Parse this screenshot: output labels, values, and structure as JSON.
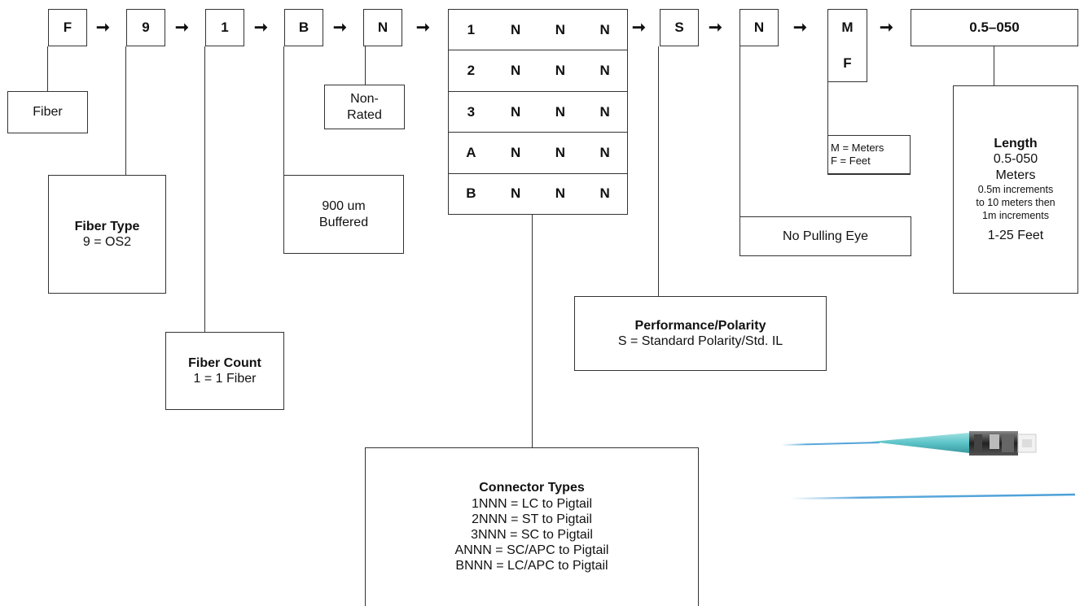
{
  "codes": {
    "f": "F",
    "nine": "9",
    "one": "1",
    "b": "B",
    "n1": "N",
    "s": "S",
    "n2": "N",
    "m": "M",
    "f_unit": "F",
    "length": "0.5–050"
  },
  "connector_grid": [
    [
      "1",
      "N",
      "N",
      "N"
    ],
    [
      "2",
      "N",
      "N",
      "N"
    ],
    [
      "3",
      "N",
      "N",
      "N"
    ],
    [
      "A",
      "N",
      "N",
      "N"
    ],
    [
      "B",
      "N",
      "N",
      "N"
    ]
  ],
  "arrow_glyph": "➞",
  "descriptions": {
    "fiber": "Fiber",
    "fiber_type_title": "Fiber Type",
    "fiber_type_value": "9 = OS2",
    "fiber_count_title": "Fiber Count",
    "fiber_count_value": "1 = 1 Fiber",
    "buffered_line1": "900 um",
    "buffered_line2": "Buffered",
    "nonrated_line1": "Non-",
    "nonrated_line2": "Rated",
    "connector_title": "Connector Types",
    "connector_lines": [
      "1NNN = LC to Pigtail",
      "2NNN = ST to Pigtail",
      "3NNN = SC to Pigtail",
      "ANNN = SC/APC to Pigtail",
      "BNNN = LC/APC to Pigtail"
    ],
    "performance_title": "Performance/Polarity",
    "performance_value": "S = Standard Polarity/Std. IL",
    "pulling_eye": "No Pulling Eye",
    "unit_m": "M = Meters",
    "unit_f": "F = Feet",
    "length_title": "Length",
    "length_range": "0.5-050",
    "length_unit": "Meters",
    "length_note1": "0.5m increments",
    "length_note2": "to 10 meters then",
    "length_note3": "1m increments",
    "length_feet": "1-25 Feet"
  },
  "colors": {
    "line": "#333333",
    "fiber_blue": "#4a9fd8",
    "boot_aqua": "#5cc4c8"
  }
}
